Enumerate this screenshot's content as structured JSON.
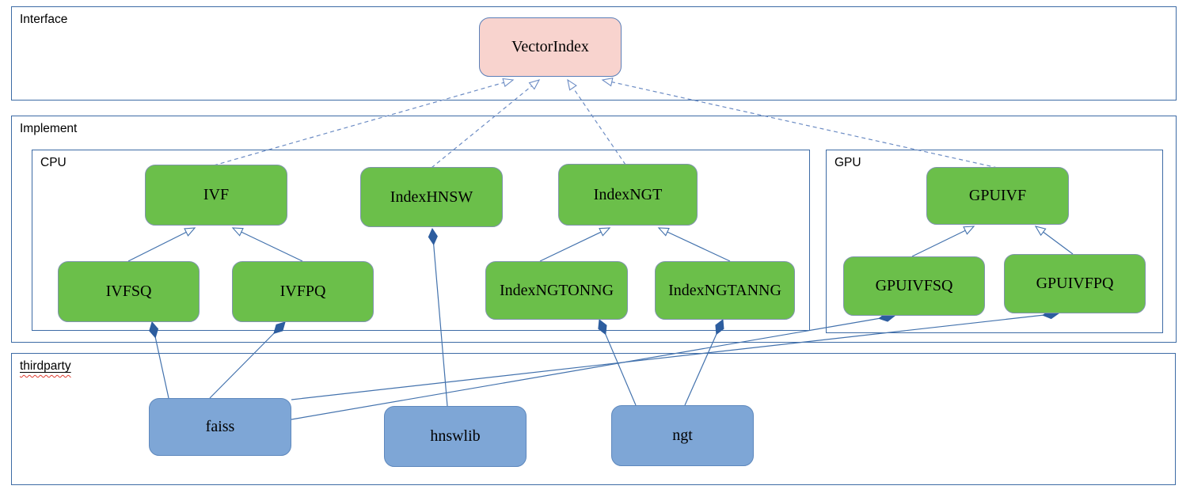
{
  "diagram": {
    "containers": {
      "interface": {
        "label": "Interface"
      },
      "implement": {
        "label": "Implement"
      },
      "cpu": {
        "label": "CPU"
      },
      "gpu": {
        "label": "GPU"
      },
      "thirdparty": {
        "label": "thirdparty"
      }
    },
    "nodes": {
      "vectorindex": {
        "label": "VectorIndex",
        "group": "interface"
      },
      "ivf": {
        "label": "IVF",
        "group": "cpu"
      },
      "indexhnsw": {
        "label": "IndexHNSW",
        "group": "cpu"
      },
      "indexngt": {
        "label": "IndexNGT",
        "group": "cpu"
      },
      "ivfsq": {
        "label": "IVFSQ",
        "group": "cpu"
      },
      "ivfpq": {
        "label": "IVFPQ",
        "group": "cpu"
      },
      "indexngtonng": {
        "label": "IndexNGTONNG",
        "group": "cpu"
      },
      "indexngtanng": {
        "label": "IndexNGTANNG",
        "group": "cpu"
      },
      "gpuivf": {
        "label": "GPUIVF",
        "group": "gpu"
      },
      "gpuivfsq": {
        "label": "GPUIVFSQ",
        "group": "gpu"
      },
      "gpuivfpq": {
        "label": "GPUIVFPQ",
        "group": "gpu"
      },
      "faiss": {
        "label": "faiss",
        "group": "thirdparty"
      },
      "hnswlib": {
        "label": "hnswlib",
        "group": "thirdparty"
      },
      "ngt": {
        "label": "ngt",
        "group": "thirdparty"
      }
    },
    "edges": [
      {
        "from": "ivf",
        "to": "vectorindex",
        "type": "realization-dashed"
      },
      {
        "from": "indexhnsw",
        "to": "vectorindex",
        "type": "realization-dashed"
      },
      {
        "from": "indexngt",
        "to": "vectorindex",
        "type": "realization-dashed"
      },
      {
        "from": "gpuivf",
        "to": "vectorindex",
        "type": "realization-dashed"
      },
      {
        "from": "ivfsq",
        "to": "ivf",
        "type": "inheritance"
      },
      {
        "from": "ivfpq",
        "to": "ivf",
        "type": "inheritance"
      },
      {
        "from": "indexngtonng",
        "to": "indexngt",
        "type": "inheritance"
      },
      {
        "from": "indexngtanng",
        "to": "indexngt",
        "type": "inheritance"
      },
      {
        "from": "gpuivfsq",
        "to": "gpuivf",
        "type": "inheritance"
      },
      {
        "from": "gpuivfpq",
        "to": "gpuivf",
        "type": "inheritance"
      },
      {
        "from": "faiss",
        "to": "ivfsq",
        "type": "composition"
      },
      {
        "from": "faiss",
        "to": "ivfpq",
        "type": "composition"
      },
      {
        "from": "faiss",
        "to": "gpuivfsq",
        "type": "composition"
      },
      {
        "from": "faiss",
        "to": "gpuivfpq",
        "type": "composition"
      },
      {
        "from": "hnswlib",
        "to": "indexhnsw",
        "type": "composition"
      },
      {
        "from": "ngt",
        "to": "indexngtonng",
        "type": "composition"
      },
      {
        "from": "ngt",
        "to": "indexngtanng",
        "type": "composition"
      }
    ],
    "colors": {
      "container_border": "#3d6ba5",
      "edge_line": "#4372ad",
      "dashed_line": "#6c8cc4",
      "diamond_fill": "#2d5d9f",
      "interface_fill": "#f8d3ce",
      "interface_border": "#5b7fb8",
      "class_fill": "#6bbf4a",
      "class_border": "#7f94ad",
      "lib_fill": "#7ea6d6",
      "lib_border": "#5e88bd",
      "squiggle": "#e03c31"
    }
  }
}
